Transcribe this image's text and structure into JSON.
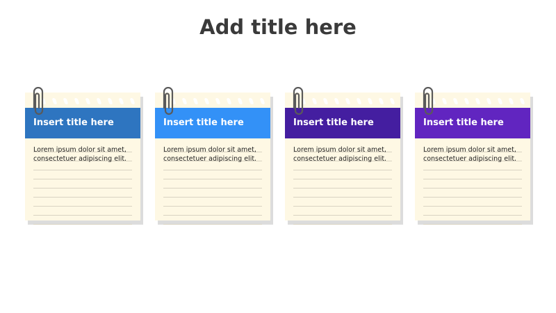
{
  "title": "Add title here",
  "notes": [
    {
      "title": "Insert title here",
      "body": "Lorem ipsum dolor sit amet, consectetuer adipiscing elit.",
      "color": "#2e75c0"
    },
    {
      "title": "Insert title here",
      "body": "Lorem ipsum dolor sit amet, consectetuer adipiscing elit.",
      "color": "#3391f7"
    },
    {
      "title": "Insert title here",
      "body": "Lorem ipsum dolor sit amet, consectetuer adipiscing elit.",
      "color": "#441ea0"
    },
    {
      "title": "Insert title here",
      "body": "Lorem ipsum dolor sit amet, consectetuer adipiscing elit.",
      "color": "#6125c0"
    }
  ],
  "icons": {
    "clip": "paperclip-icon"
  }
}
